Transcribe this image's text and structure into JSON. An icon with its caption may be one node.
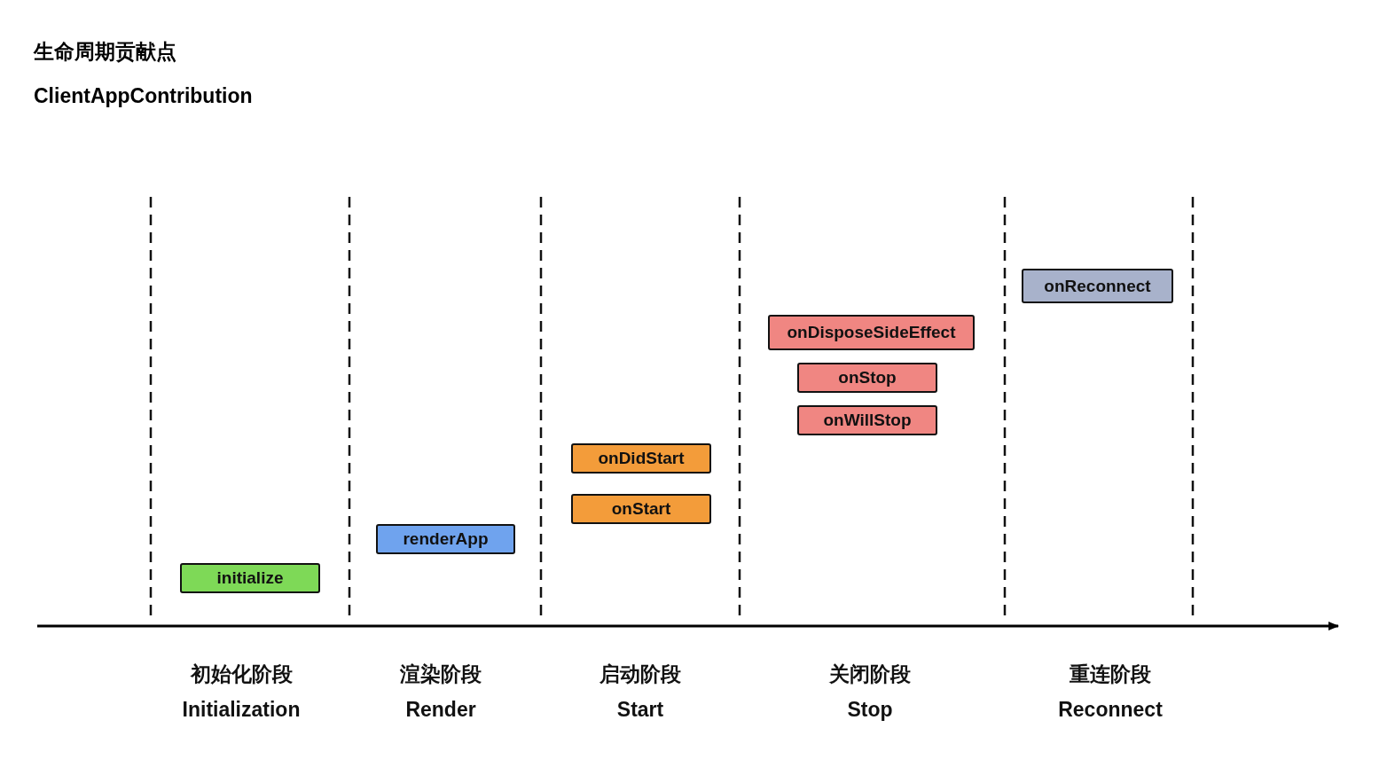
{
  "diagram": {
    "title": "生命周期贡献点",
    "nodes": [
      {
        "text": [
          "initialize"
        ]
      },
      {
        "text": [
          "renderApp"
        ]
      },
      {
        "text": [
          "onDidStart"
        ]
      },
      {
        "text": [
          "onStart"
        ]
      },
      {
        "text": [
          "onDisposeSideEffect"
        ]
      },
      {
        "text": [
          "onStop"
        ]
      },
      {
        "text": [
          "onWillStop"
        ]
      },
      {
        "text": [
          "onReconnect"
        ]
      }
    ],
    "labels": [
      "ClientAppContribution",
      "初始化阶段",
      "Initialization",
      "渲染阶段",
      "Render",
      "启动阶段",
      "Start",
      "关闭阶段",
      "Stop",
      "重连阶段",
      "Reconnect"
    ]
  }
}
